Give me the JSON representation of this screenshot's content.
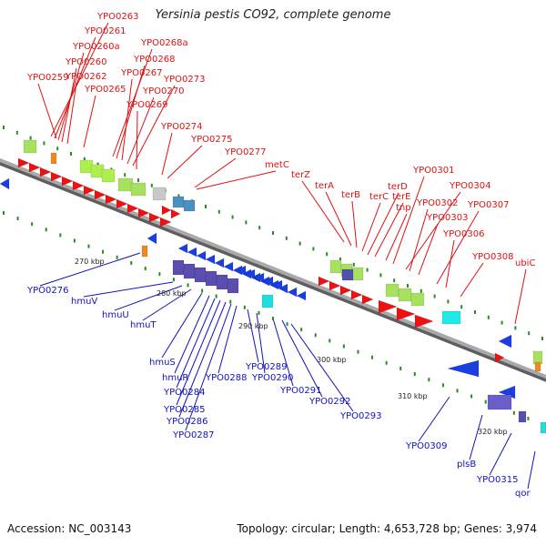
{
  "title": "Yersinia pestis CO92, complete genome",
  "footer": {
    "accession": "Accession: NC_003143",
    "summary": "Topology: circular; Length: 4,653,728 bp; Genes: 3,974"
  },
  "colors": {
    "forward_label": "#dd1111",
    "reverse_label": "#1111bb",
    "backbone": "#8a8a8a"
  },
  "kbp_ticks": [
    "270 kbp",
    "280 kbp",
    "290 kbp",
    "300 kbp",
    "310 kbp",
    "320 kbp"
  ],
  "forward_genes": [
    "YPO0263",
    "YPO0261",
    "YPO0260a",
    "YPO0268a",
    "YPO0268",
    "YPO0260",
    "YPO0267",
    "YPO0259",
    "YPO0262",
    "YPO0265",
    "YPO0270",
    "YPO0273",
    "YPO0269",
    "YPO0274",
    "YPO0275",
    "YPO0277",
    "metC",
    "terZ",
    "terA",
    "terB",
    "terC",
    "terD",
    "terE",
    "tnp",
    "YPO0301",
    "YPO0304",
    "YPO0302",
    "YPO0303",
    "YPO0307",
    "YPO0306",
    "YPO0308",
    "ubiC"
  ],
  "reverse_genes": [
    "YPO0276",
    "hmuV",
    "hmuU",
    "hmuT",
    "hmuS",
    "hmuR",
    "YPO0284",
    "YPO0285",
    "YPO0286",
    "YPO0287",
    "YPO0288",
    "YPO0289",
    "YPO0290",
    "YPO0291",
    "YPO0292",
    "YPO0293",
    "YPO0309",
    "plsB",
    "YPO0315",
    "qor"
  ]
}
